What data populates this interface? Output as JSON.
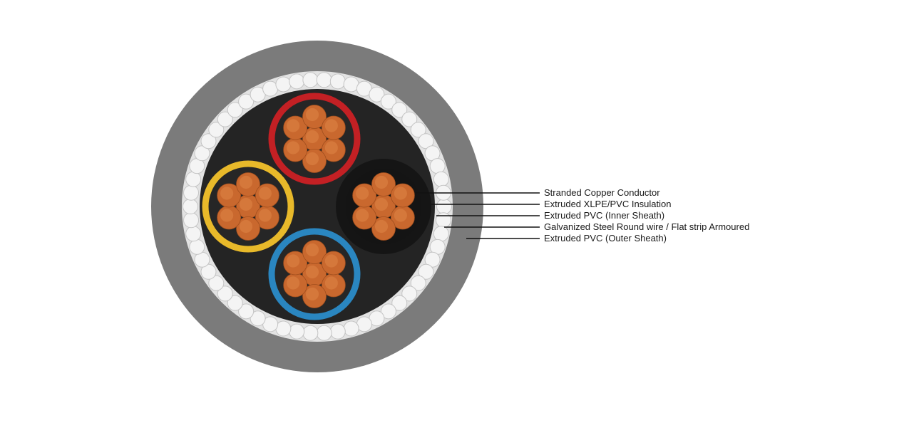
{
  "layers": {
    "conductor": "Stranded Copper Conductor",
    "insulation": "Extruded XLPE/PVC Insulation",
    "inner_sheath": "Extruded PVC (Inner Sheath)",
    "armour": "Galvanized Steel Round wire / Flat strip Armoured",
    "outer_sheath": "Extruded PVC (Outer Sheath)"
  },
  "colors": {
    "outer_sheath": "#7b7b7b",
    "armour": "#e6e6e6",
    "armour_wire": "#f4f4f4",
    "inner_sheath": "#242424",
    "copper": "#c9682e",
    "copper_light": "#e48c4c",
    "core_red": "#c32024",
    "core_yellow": "#e8b92a",
    "core_blue": "#2a86c0",
    "core_black": "#151515",
    "leader_line": "#111111"
  },
  "cores": [
    {
      "name": "red-core",
      "color_key": "core_red"
    },
    {
      "name": "yellow-core",
      "color_key": "core_yellow"
    },
    {
      "name": "blue-core",
      "color_key": "core_blue"
    },
    {
      "name": "black-core",
      "color_key": "core_black"
    }
  ]
}
